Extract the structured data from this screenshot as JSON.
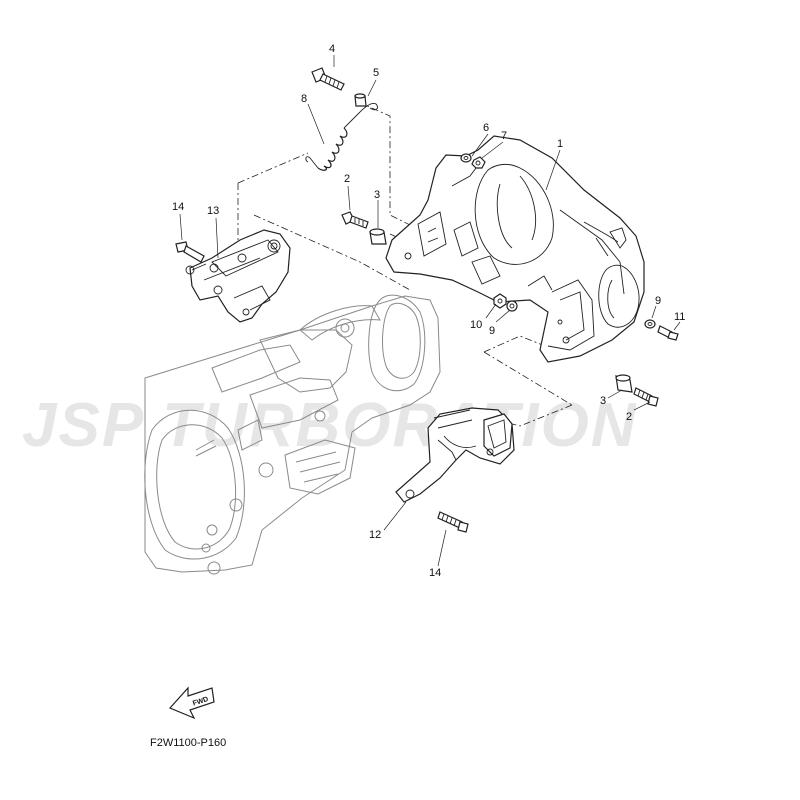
{
  "watermark": "JSP TURBORATION",
  "diagram_code": "F2W1100-P160",
  "fwd_arrow": {
    "label": "FWD",
    "icon": "forward-arrow-icon"
  },
  "callouts": {
    "c1": "1",
    "c2a": "2",
    "c2b": "2",
    "c3a": "3",
    "c3b": "3",
    "c4": "4",
    "c5": "5",
    "c6": "6",
    "c7": "7",
    "c8": "8",
    "c9a": "9",
    "c9b": "9",
    "c10": "10",
    "c11": "11",
    "c12": "12",
    "c13": "13",
    "c14a": "14",
    "c14b": "14"
  }
}
